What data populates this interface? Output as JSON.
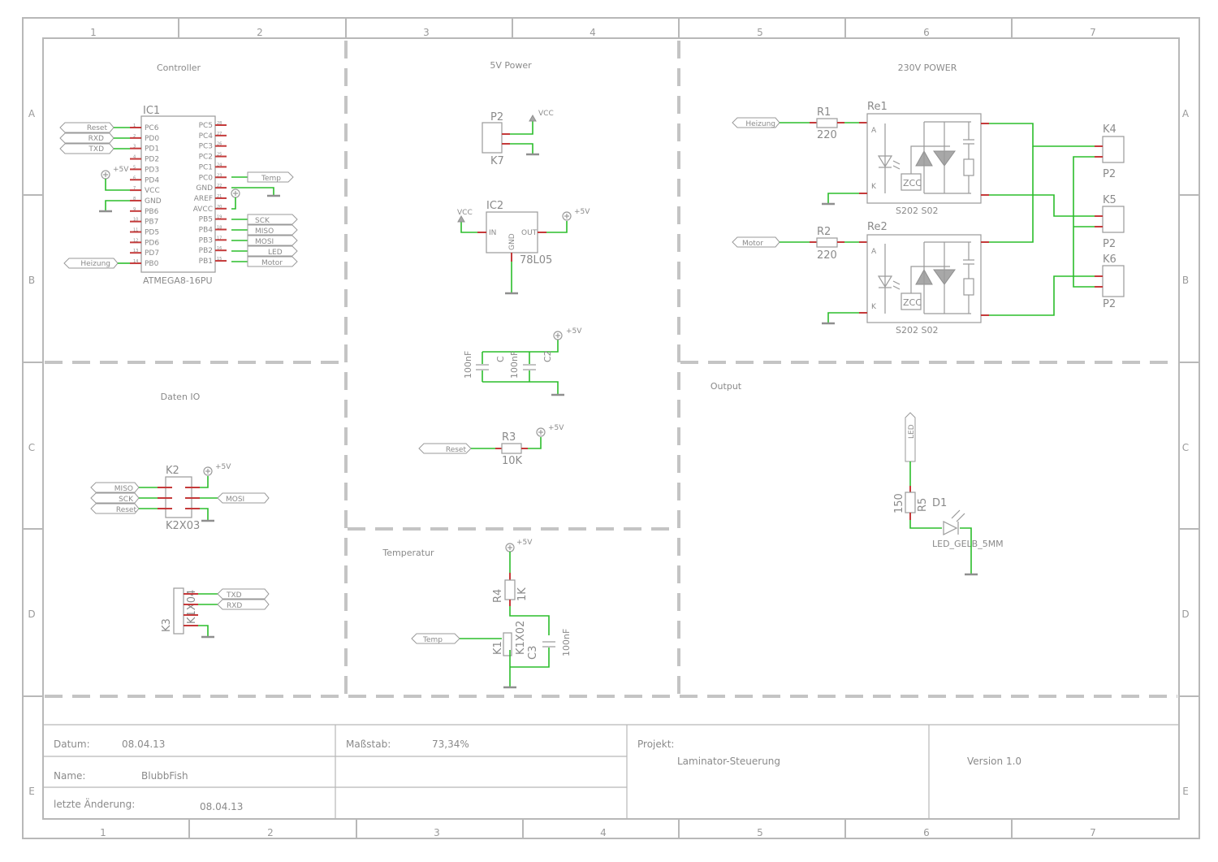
{
  "border": {
    "columns": [
      "1",
      "2",
      "3",
      "4",
      "5",
      "6",
      "7"
    ],
    "rows": [
      "A",
      "B",
      "C",
      "D",
      "E"
    ]
  },
  "sections": {
    "controller": "Controller",
    "power5v": "5V Power",
    "power230v": "230V POWER",
    "datenio": "Daten IO",
    "temperatur": "Temperatur",
    "output": "Output"
  },
  "ic1": {
    "name": "IC1",
    "value": "ATMEGA8-16PU",
    "left_pins": [
      "PC6",
      "PD0",
      "PD1",
      "PD2",
      "PD3",
      "PD4",
      "VCC",
      "GND",
      "PB6",
      "PB7",
      "PD5",
      "PD6",
      "PD7",
      "PB0"
    ],
    "right_pins": [
      "PC5",
      "PC4",
      "PC3",
      "PC2",
      "PC1",
      "PC0",
      "GND",
      "AREF",
      "AVCC",
      "PB5",
      "PB4",
      "PB3",
      "PB2",
      "PB1"
    ],
    "left_nums": [
      "1",
      "2",
      "3",
      "4",
      "5",
      "6",
      "7",
      "8",
      "9",
      "10",
      "11",
      "12",
      "13",
      "14"
    ],
    "right_nums": [
      "28",
      "27",
      "26",
      "25",
      "24",
      "23",
      "22",
      "21",
      "20",
      "19",
      "18",
      "17",
      "16",
      "15"
    ]
  },
  "labels": {
    "reset": "Reset",
    "rxd": "RXD",
    "txd": "TXD",
    "heizung": "Heizung",
    "temp": "Temp",
    "sck": "SCK",
    "miso": "MISO",
    "mosi": "MOSI",
    "led": "LED",
    "motor": "Motor",
    "plus5v": "+5V",
    "vcc": "VCC"
  },
  "parts": {
    "p2": "P2",
    "k7": "K7",
    "ic2": "IC2",
    "ic2_value": "78L05",
    "ic2_in": "IN",
    "ic2_out": "OUT",
    "ic2_gnd": "GND",
    "c_name": "C",
    "c_value": "100nF",
    "c2": "C2",
    "r3": "R3",
    "r3_value": "10K",
    "r1": "R1",
    "r1_value": "220",
    "r2": "R2",
    "r2_value": "220",
    "re1": "Re1",
    "re2": "Re2",
    "relay_value": "S202 S02",
    "relay_a": "A",
    "relay_k": "K",
    "zcc": "ZCC",
    "k4": "K4",
    "k5": "K5",
    "k6": "K6",
    "k2": "K2",
    "k2_value": "K2X03",
    "k3": "K3",
    "k3_value": "K1X04",
    "r4": "R4",
    "r4_value": "1K",
    "k1": "K1",
    "k1_value": "K1X02",
    "c3": "C3",
    "c3_value": "100nF",
    "r5": "R5",
    "r5_value": "150",
    "d1": "D1",
    "d1_value": "LED_GELB_5MM"
  },
  "title_block": {
    "datum_label": "Datum:",
    "datum_value": "08.04.13",
    "name_label": "Name:",
    "name_value": "BlubbFish",
    "aenderung_label": "letzte Änderung:",
    "aenderung_value": "08.04.13",
    "massstab_label": "Maßstab:",
    "massstab_value": "73,34%",
    "projekt_label": "Projekt:",
    "projekt_value": "Laminator-Steuerung",
    "version": "Version 1.0"
  },
  "colors": {
    "wire": "#2bbd2b",
    "pin": "#c43a3a",
    "line": "#9a9a9a"
  }
}
